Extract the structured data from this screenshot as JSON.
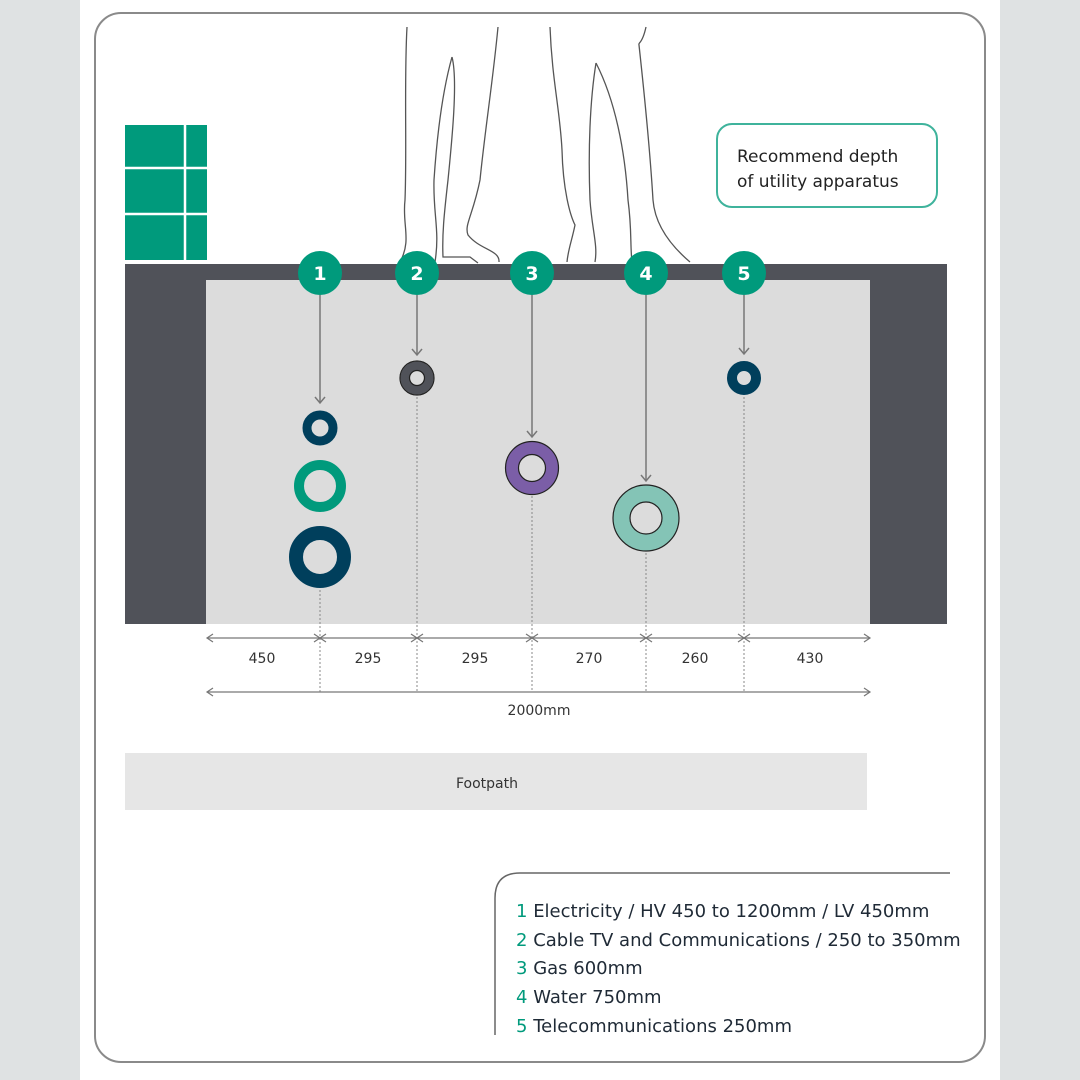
{
  "callout": {
    "line1": "Recommend depth",
    "line2": "of utility apparatus"
  },
  "badges": [
    "1",
    "2",
    "3",
    "4",
    "5"
  ],
  "dimensions": {
    "segments": [
      "450",
      "295",
      "295",
      "270",
      "260",
      "430"
    ],
    "total": "2000mm"
  },
  "footpath": {
    "label": "Footpath"
  },
  "legend": [
    {
      "num": "1",
      "text": "Electricity / HV 450 to 1200mm / LV 450mm"
    },
    {
      "num": "2",
      "text": "Cable TV and Communications / 250 to 350mm"
    },
    {
      "num": "3",
      "text": "Gas 600mm"
    },
    {
      "num": "4",
      "text": "Water 750mm"
    },
    {
      "num": "5",
      "text": "Telecommunications 250mm"
    }
  ],
  "colors": {
    "green": "#009a7c",
    "navy": "#003f5c",
    "grey": "#505259",
    "purple": "#7b5ea7",
    "aqua": "#84c4b6",
    "road": "#dcdcdc"
  }
}
